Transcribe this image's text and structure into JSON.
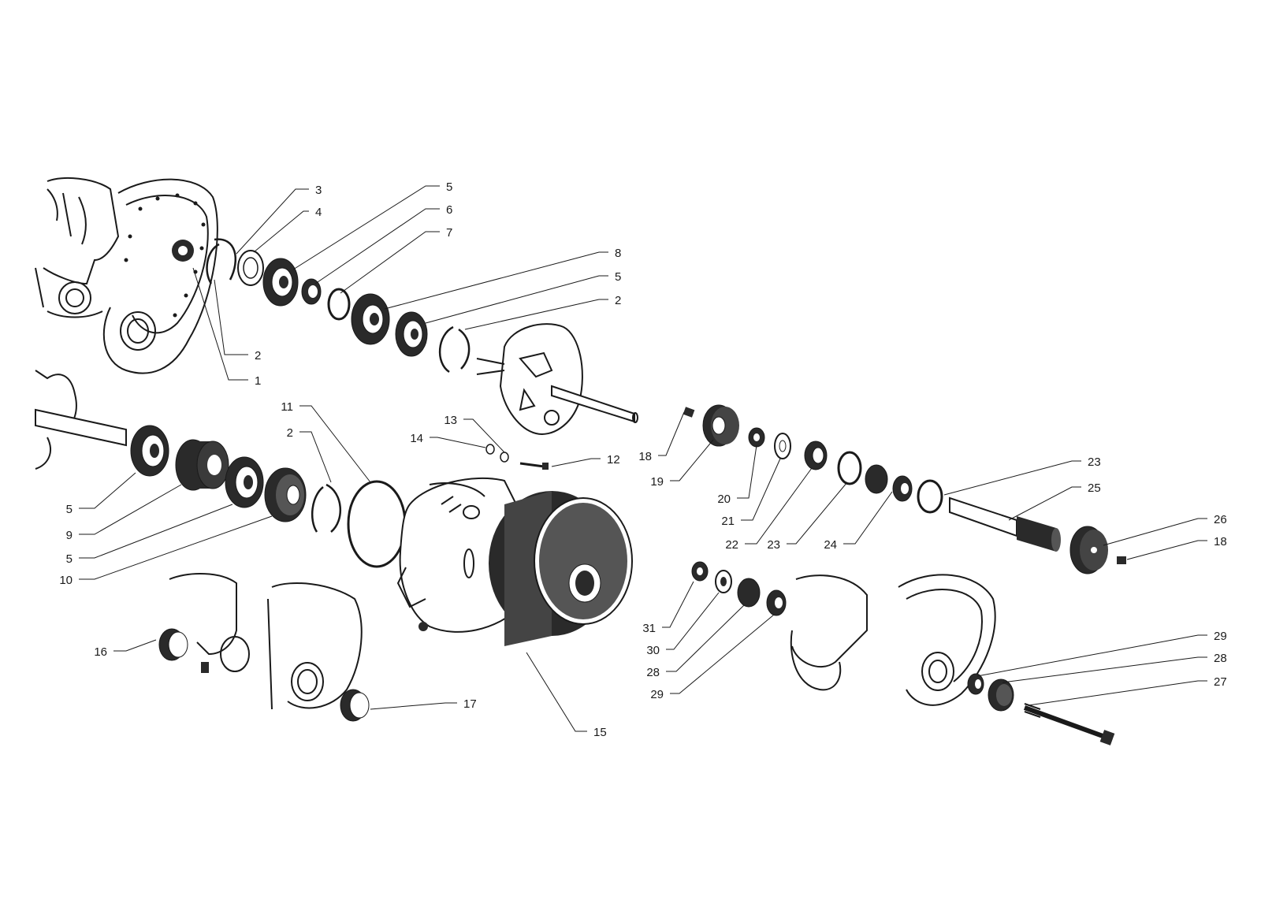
{
  "diagram": {
    "callouts": [
      {
        "id": "c1",
        "label": "3"
      },
      {
        "id": "c2",
        "label": "4"
      },
      {
        "id": "c3",
        "label": "5"
      },
      {
        "id": "c4",
        "label": "6"
      },
      {
        "id": "c5",
        "label": "7"
      },
      {
        "id": "c6",
        "label": "8"
      },
      {
        "id": "c7",
        "label": "5"
      },
      {
        "id": "c8",
        "label": "2"
      },
      {
        "id": "c9",
        "label": "2"
      },
      {
        "id": "c10",
        "label": "1"
      },
      {
        "id": "c11",
        "label": "11"
      },
      {
        "id": "c12",
        "label": "2"
      },
      {
        "id": "c13",
        "label": "13"
      },
      {
        "id": "c14",
        "label": "14"
      },
      {
        "id": "c15",
        "label": "12"
      },
      {
        "id": "c16",
        "label": "5"
      },
      {
        "id": "c17",
        "label": "9"
      },
      {
        "id": "c18",
        "label": "5"
      },
      {
        "id": "c19",
        "label": "10"
      },
      {
        "id": "c20",
        "label": "16"
      },
      {
        "id": "c21",
        "label": "17"
      },
      {
        "id": "c22",
        "label": "15"
      },
      {
        "id": "c23",
        "label": "18"
      },
      {
        "id": "c24",
        "label": "19"
      },
      {
        "id": "c25",
        "label": "20"
      },
      {
        "id": "c26",
        "label": "21"
      },
      {
        "id": "c27",
        "label": "22"
      },
      {
        "id": "c28",
        "label": "23"
      },
      {
        "id": "c29",
        "label": "24"
      },
      {
        "id": "c30",
        "label": "23"
      },
      {
        "id": "c31",
        "label": "25"
      },
      {
        "id": "c32",
        "label": "26"
      },
      {
        "id": "c33",
        "label": "18"
      },
      {
        "id": "c34",
        "label": "31"
      },
      {
        "id": "c35",
        "label": "30"
      },
      {
        "id": "c36",
        "label": "28"
      },
      {
        "id": "c37",
        "label": "29"
      },
      {
        "id": "c38",
        "label": "29"
      },
      {
        "id": "c39",
        "label": "28"
      },
      {
        "id": "c40",
        "label": "27"
      }
    ]
  }
}
